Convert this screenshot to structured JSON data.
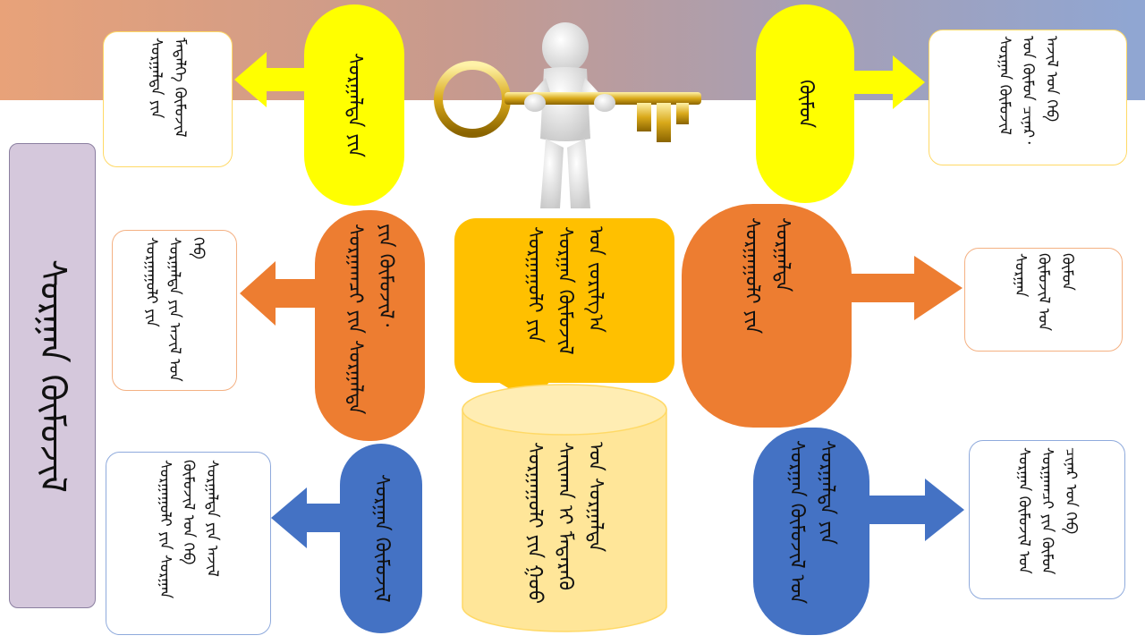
{
  "title": "ᠰᠤᠷᠭᠠᠨ ᠬᠦᠮᠦᠵᠢᠯ",
  "center": {
    "bubble_text": "ᠰᠤᠷᠭᠠᠭᠤᠯᠢ ᠶᠢᠨ ᠰᠤᠷᠭᠠᠨ ᠬᠦᠮᠦᠵᠢᠯ ᠤᠨ ᠵᠣᠷᠢᠯᠭ᠎ᠠ",
    "cylinder_text": "ᠰᠤᠷᠭᠠᠭᠤᠯᠢ ᠶᠢᠨ ᠭᠣᠣ ᠰᠠᠢᠬᠠᠨ ᠢ ᠮᠡᠳᠡᠷᠡᠬᠦ ᠤᠨ ᠰᠤᠷᠭᠠᠯᠲᠠ"
  },
  "branches": [
    {
      "id": "top-left",
      "pill": "ᠰᠤᠷᠭᠠᠯᠲᠠ ᠶᠢᠨ",
      "card": "ᠰᠤᠷᠭᠠᠯᠲᠠ ᠶᠢᠨ ᠮᠡᠳᠡᠯᠭᠡ ᠬᠦᠮᠦᠵᠢᠯ"
    },
    {
      "id": "top-right",
      "pill": "ᠬᠦᠮᠦᠨ",
      "card": "ᠰᠤᠷᠭᠠᠨ ᠬᠦᠮᠦᠵᠢᠯ ᠤᠨ ᠬᠦᠮᠦᠨ ᠴᠢᠨᠠᠷ᠂ ᠠᠵᠢᠯ ᠤᠨ ᠬᠡᠪ"
    },
    {
      "id": "mid-left",
      "pill": "ᠰᠤᠷᠭᠠᠭᠤᠯᠢ ᠶᠢᠨ ᠰᠤᠷᠭᠠᠯᠲᠠ",
      "card": "ᠰᠤᠷᠭᠠᠭᠤᠯᠢ ᠶᠢᠨ ᠰᠤᠷᠭᠠᠯᠲᠠ ᠶᠢᠨ ᠠᠵᠢᠯ ᠤᠨ ᠬᠡᠪ"
    },
    {
      "id": "mid-right",
      "pill": "ᠰᠤᠷᠭᠠᠭᠴᠢ ᠶᠢᠨ ᠰᠤᠷᠭᠠᠯᠲᠠ ᠶᠢᠨ ᠬᠦᠮᠦᠵᠢᠯ᠂",
      "card": "ᠰᠤᠷᠭᠠᠨ ᠬᠦᠮᠦᠵᠢᠯ ᠤᠨ ᠬᠦᠮᠦᠨ"
    },
    {
      "id": "bottom-left",
      "pill": "ᠰᠤᠷᠭᠠᠨ ᠬᠦᠮᠦᠵᠢᠯ",
      "card": "ᠰᠤᠷᠭᠠᠭᠤᠯᠢ ᠶᠢᠨ ᠰᠤᠷᠭᠠᠨ ᠬᠦᠮᠦᠵᠢᠯ ᠤᠨ ᠬᠡᠪ ᠰᠤᠷᠭᠠᠯᠲᠠ ᠶᠢᠨ ᠠᠵᠢᠯ"
    },
    {
      "id": "bottom-right",
      "pill": "ᠰᠤᠷᠭᠠᠨ ᠬᠦᠮᠦᠵᠢᠯ ᠤᠨ ᠰᠤᠷᠭᠠᠯᠲᠠ ᠶᠢᠨ",
      "card": "ᠰᠤᠷᠭᠠᠨ ᠬᠦᠮᠦᠵᠢᠯ ᠤᠨ ᠰᠤᠷᠭᠠᠭᠴᠢ ᠶᠢᠨ ᠬᠦᠮᠦᠨ ᠴᠢᠨᠠᠷ ᠤᠨ ᠬᠡᠪ"
    }
  ],
  "colors": {
    "yellow": "#ffff00",
    "orange": "#ed7d31",
    "blue": "#4472c4",
    "gold": "#ffc000",
    "cylinder": "#ffe699",
    "title_bg": "#d5c8dc",
    "yellow_border": "#ffd966",
    "orange_border": "#f4b183",
    "blue_border": "#8faadc"
  },
  "icons": {
    "figure": "person-holding-key-icon"
  }
}
